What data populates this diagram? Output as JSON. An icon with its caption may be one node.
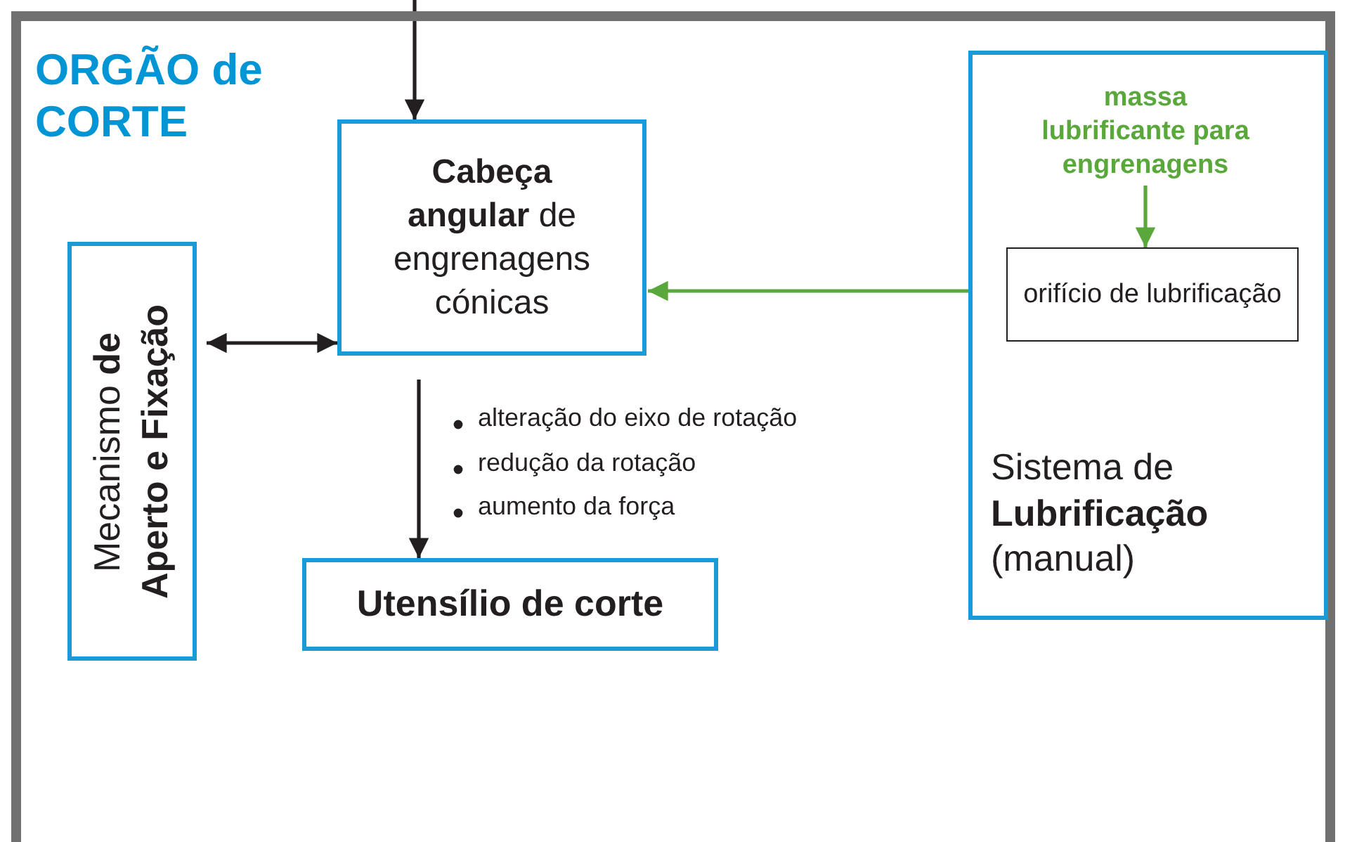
{
  "diagram": {
    "nodes": [
      {
        "text": [
          "ORGÃO de CORTE"
        ]
      },
      {
        "text": [
          "**Cabeça angular** de engrenagens cónicas"
        ],
        "in": 0
      },
      {
        "text": [
          "Mecanismo **de Aperto e Fixação**"
        ],
        "in": 0
      },
      {
        "text": [
          "Utensílio de corte"
        ],
        "in": 0
      },
      {
        "text": [
          "Sistema de **Lubrificação** (manual)"
        ],
        "in": 0
      },
      {
        "text": [
          "massa lubrificante para engrenagens"
        ],
        "in": 4
      },
      {
        "text": [
          "orifício de lubrificação"
        ],
        "in": 4
      }
    ],
    "edges": [
      {
        "from": null,
        "to": 1,
        "arrow": "to"
      },
      {
        "from": 2,
        "to": 1,
        "arrow": "both"
      },
      {
        "from": 1,
        "to": 3,
        "arrow": "to"
      },
      {
        "from": 4,
        "to": 1,
        "arrow": "to",
        "color": "#5aa83c"
      },
      {
        "from": 5,
        "to": 6,
        "arrow": "to",
        "color": "#5aa83c"
      }
    ],
    "labels": [
      "alteração do eixo de rotação",
      "redução da rotação",
      "aumento da força"
    ]
  }
}
